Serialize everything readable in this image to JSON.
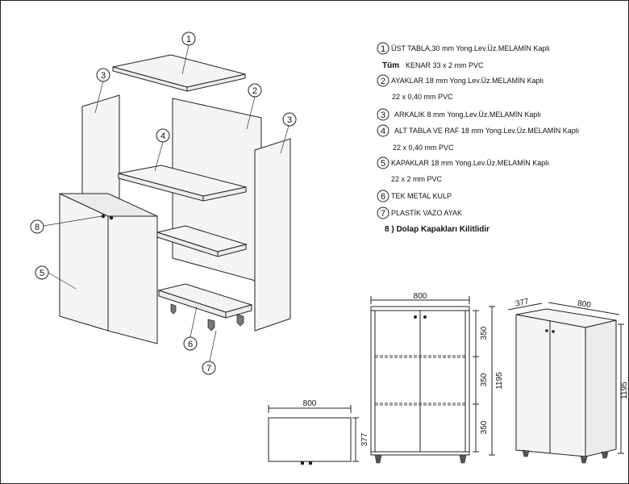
{
  "legend": {
    "items": [
      {
        "num": "1",
        "text": "ÜST TABLA,30 mm Yong.Lev.Üz.MELAMİN Kaplı"
      },
      {
        "num": "",
        "prefix": "Tüm",
        "text": "KENAR 33 x 2 mm PVC"
      },
      {
        "num": "2",
        "text": "AYAKLAR 18 mm  Yong.Lev.Üz.MELAMİN Kaplı"
      },
      {
        "num": "",
        "text": "22 x 0,40 mm PVC"
      },
      {
        "num": "3",
        "text": "ARKALIK 8 mm     Yong.Lev.Üz.MELAMİN Kaplı"
      },
      {
        "num": "4",
        "text": "ALT TABLA VE RAF 18 mm  Yong.Lev.Üz.MELAMİN Kaplı"
      },
      {
        "num": "",
        "text": "22 x 0,40 mm PVC"
      },
      {
        "num": "5",
        "text": "KAPAKLAR 18 mm Yong.Lev.Üz.MELAMİN Kaplı"
      },
      {
        "num": "",
        "text": "22 x 2 mm PVC"
      },
      {
        "num": "6",
        "text": "TEK METAL KULP"
      },
      {
        "num": "7",
        "text": "PLASTİK VAZO AYAK"
      }
    ],
    "note": "8 ) Dolap Kapakları Kilitlidir"
  },
  "callouts": [
    "1",
    "2",
    "3",
    "3",
    "4",
    "5",
    "6",
    "7",
    "8"
  ],
  "dimensions": {
    "top_view_width": "800",
    "top_view_depth": "377",
    "front_width": "800",
    "front_height": "1195",
    "front_sections": [
      "350",
      "350",
      "350"
    ],
    "iso_depth": "377",
    "iso_width": "800",
    "iso_height": "1195"
  },
  "colors": {
    "line": "#222222",
    "panel": "#f4f4f4",
    "background": "#ffffff"
  }
}
